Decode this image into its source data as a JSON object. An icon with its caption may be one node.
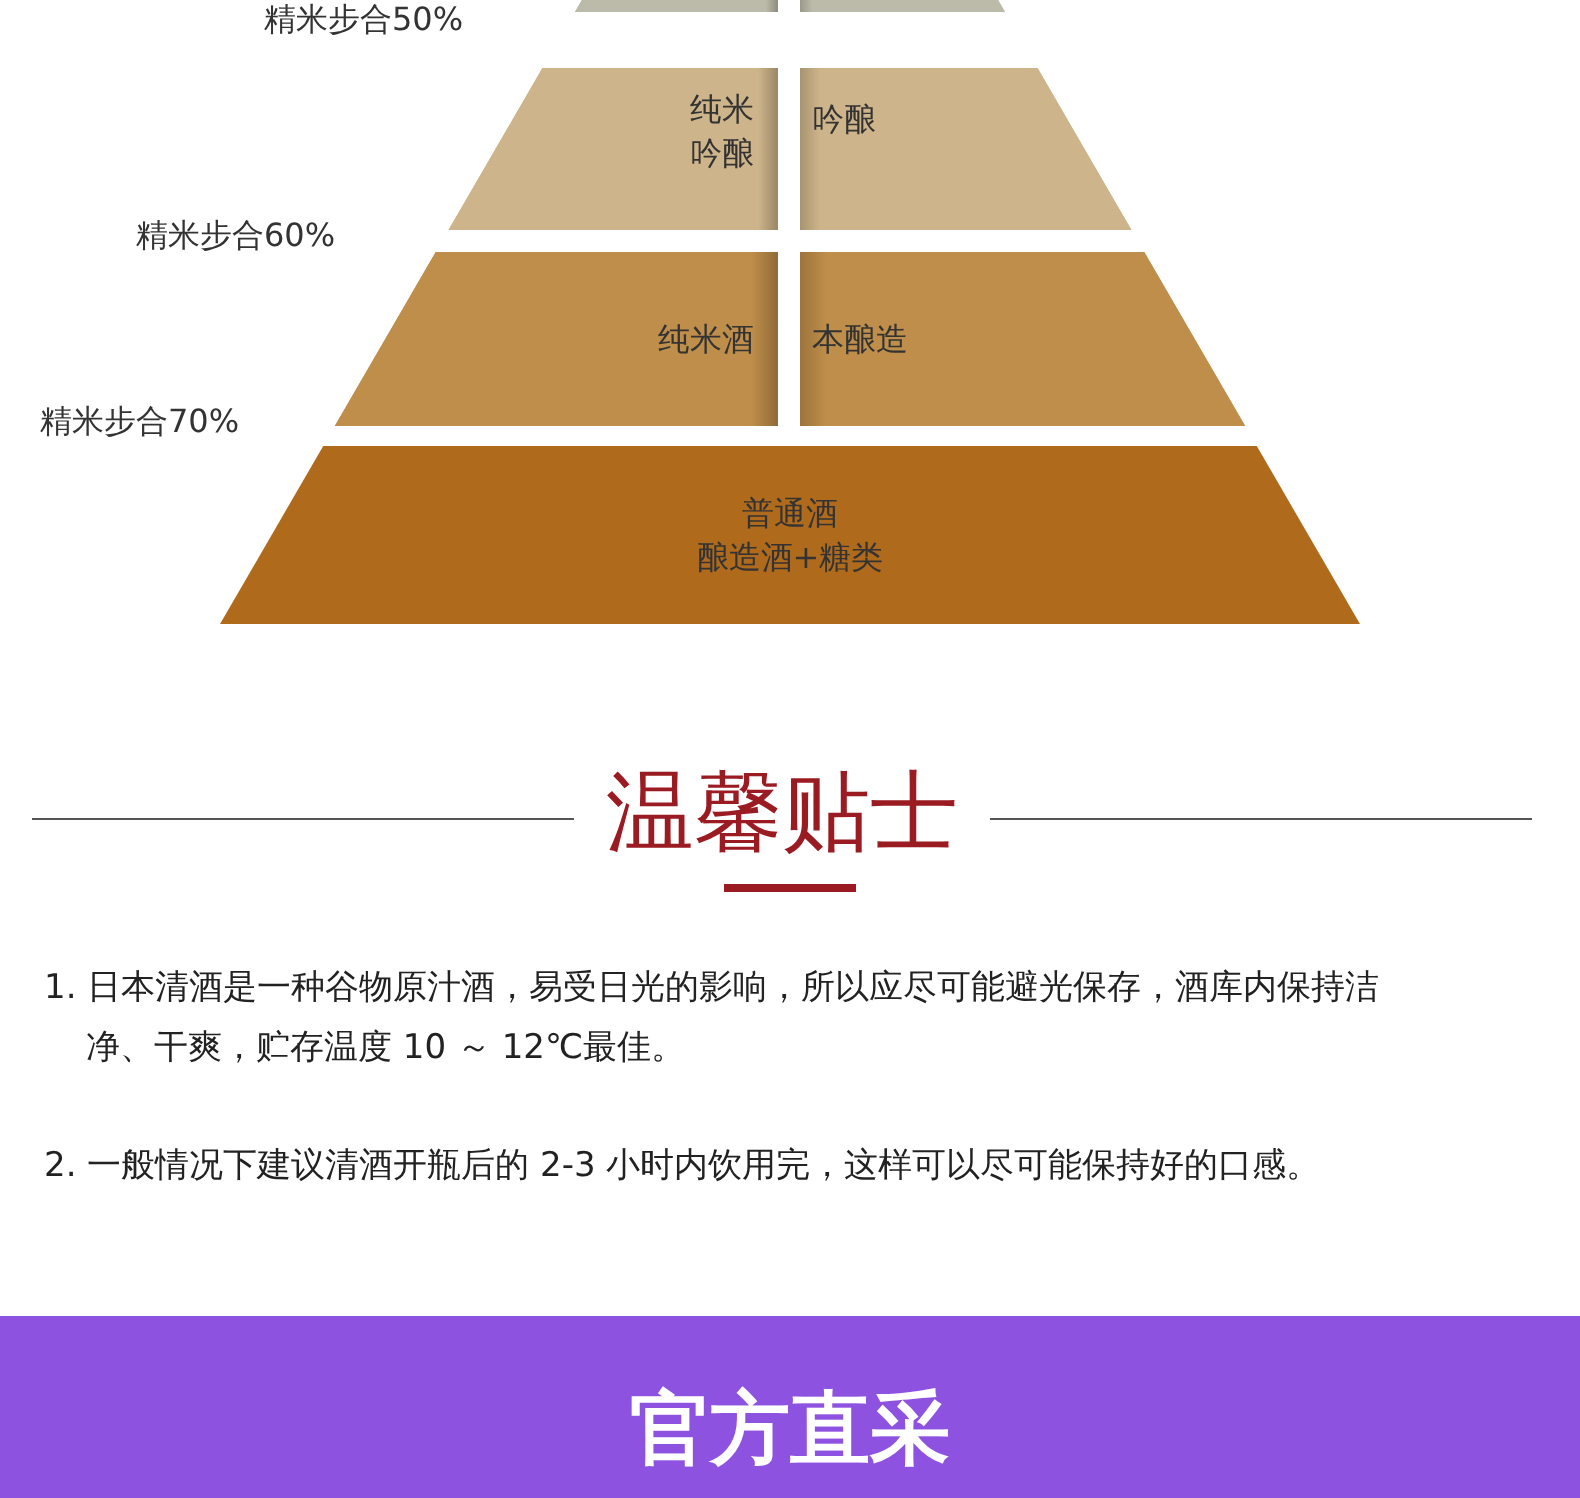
{
  "diagram": {
    "title": "温馨贴士",
    "nodes": [
      {
        "text": [],
        "shape": "box"
      },
      {
        "text": [],
        "shape": "box"
      },
      {
        "text": [
          "纯米吟酿"
        ]
      },
      {
        "text": [
          "吟酿"
        ]
      },
      {
        "text": [
          "纯米酒"
        ]
      },
      {
        "text": [
          "本酿造"
        ]
      },
      {
        "text": [
          "普通酒",
          "酿造酒+糖类"
        ]
      }
    ],
    "labels": [
      "精米步合50%",
      "精米步合60%",
      "精米步合70%",
      "1. 日本清酒是一种谷物原汁酒，易受日光的影响，所以应尽可能避光保存，酒库内保持洁净、干爽，贮存温度 10 ～ 12℃最佳。",
      "2. 一般情况下建议清酒开瓶后的 2-3 小时内饮用完，这样可以尽可能保持好的口感。",
      "官方直采"
    ]
  }
}
